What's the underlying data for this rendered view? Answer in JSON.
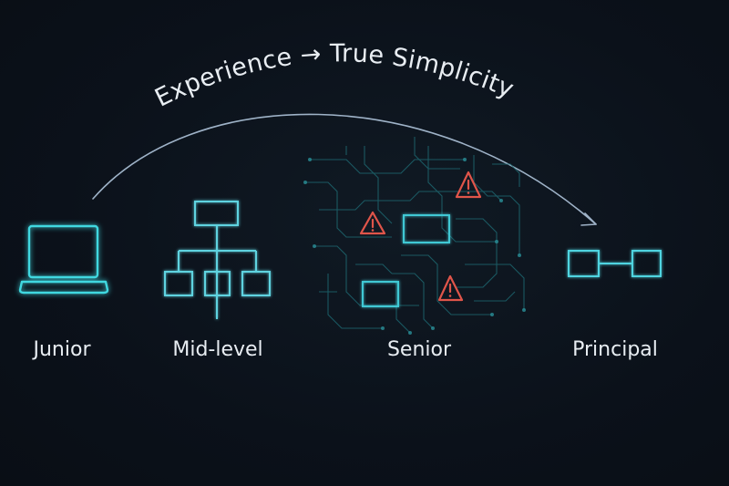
{
  "title": "Experience → True Simplicity",
  "stages": [
    {
      "label": "Junior",
      "icon": "laptop-icon"
    },
    {
      "label": "Mid-level",
      "icon": "hierarchy-icon"
    },
    {
      "label": "Senior",
      "icon": "tangled-circuit-icon"
    },
    {
      "label": "Principal",
      "icon": "two-connected-boxes-icon"
    }
  ],
  "colors": {
    "background": "#0b111a",
    "accent": "#3fd8e0",
    "arc": "#9fb3c8",
    "warning": "#e0554a",
    "text": "#e8edf2"
  }
}
